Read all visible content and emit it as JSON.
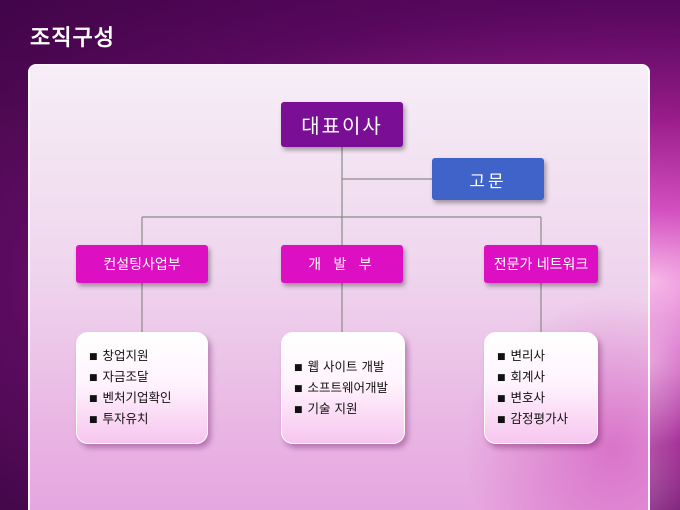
{
  "title": "조직구성",
  "ceo": "대표이사",
  "advisor": "고문",
  "departments": [
    {
      "name": "컨설팅사업부",
      "items": [
        "창업지원",
        "자금조달",
        "벤처기업확인",
        "투자유치"
      ]
    },
    {
      "name": "개 발 부",
      "items": [
        "웹 사이트 개발",
        "소프트웨어개발",
        "기술 지원"
      ]
    },
    {
      "name": "전문가 네트워크",
      "items": [
        "변리사",
        "회계사",
        "변호사",
        "감정평가사"
      ]
    }
  ],
  "colors": {
    "ceo": "#7a0f96",
    "advisor": "#3f63c9",
    "department": "#dc0fc2"
  }
}
